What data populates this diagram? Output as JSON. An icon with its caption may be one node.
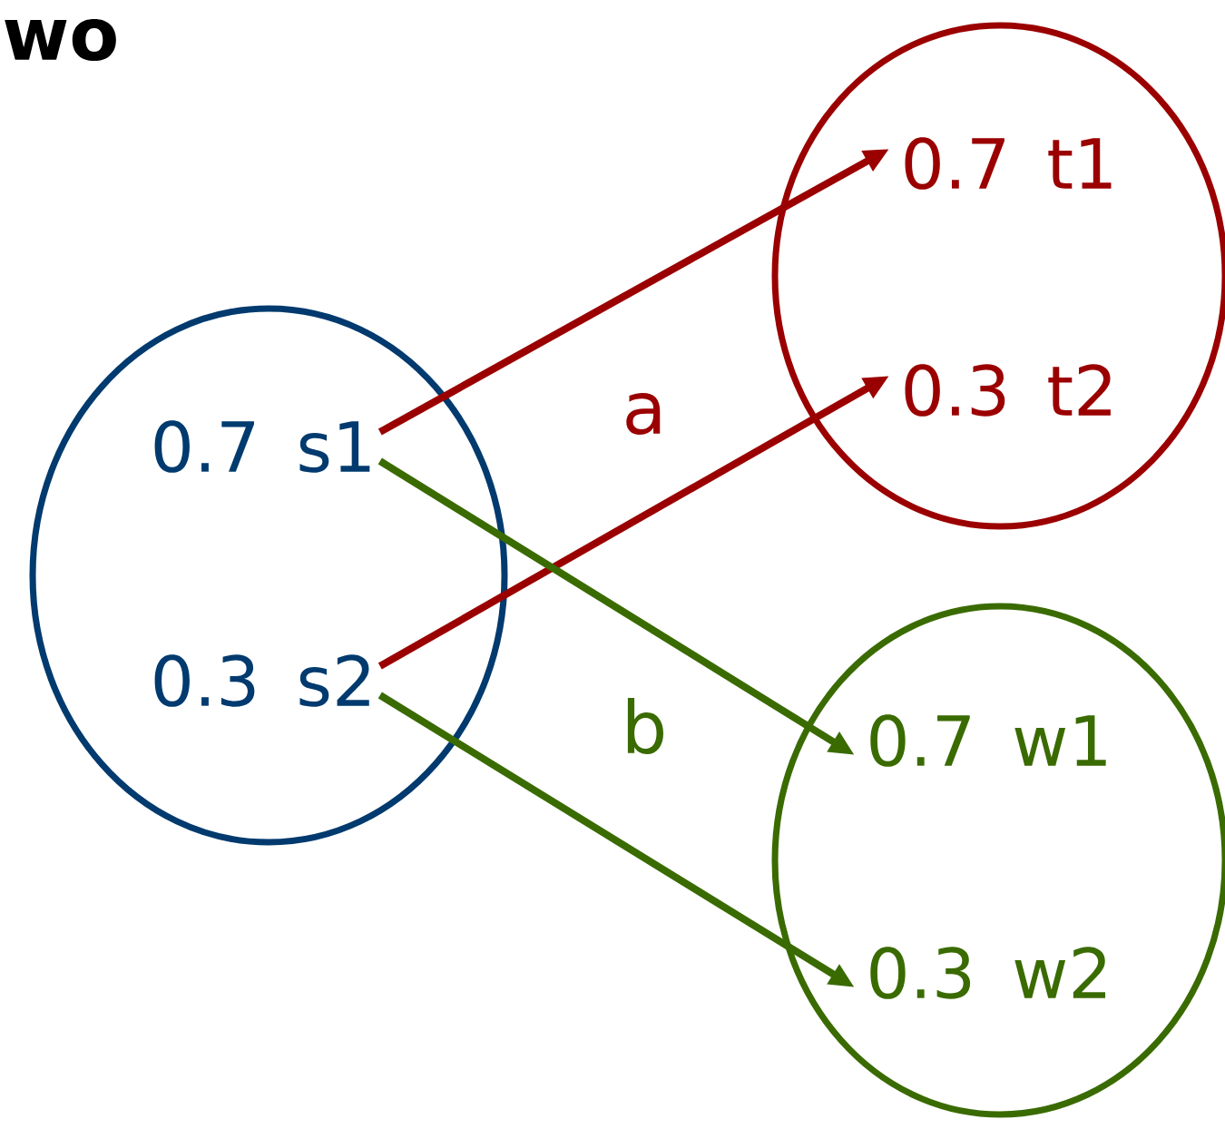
{
  "diagram": {
    "nodes": [
      {
        "text": [],
        "shape": "circle"
      },
      {
        "text": [
          "0.7 s1"
        ],
        "in": 0
      },
      {
        "text": [
          "0.3 s2"
        ],
        "in": 0
      },
      {
        "text": [],
        "shape": "circle"
      },
      {
        "text": [
          "0.7 t1"
        ],
        "in": 3
      },
      {
        "text": [
          "0.3 t2"
        ],
        "in": 3
      },
      {
        "text": [],
        "shape": "circle"
      },
      {
        "text": [
          "0.7 w1"
        ],
        "in": 6
      },
      {
        "text": [
          "0.3 w2"
        ],
        "in": 6
      }
    ],
    "edges": [
      {
        "from": 1,
        "to": 4,
        "arrow": "to",
        "color": "#9b0000"
      },
      {
        "from": 2,
        "to": 5,
        "arrow": "to",
        "color": "#9b0000"
      },
      {
        "from": 1,
        "to": 7,
        "arrow": "to",
        "color": "#3a6b00"
      },
      {
        "from": 2,
        "to": 8,
        "arrow": "to",
        "color": "#3a6b00"
      }
    ],
    "labels": [
      "wo",
      "a",
      "b"
    ]
  }
}
